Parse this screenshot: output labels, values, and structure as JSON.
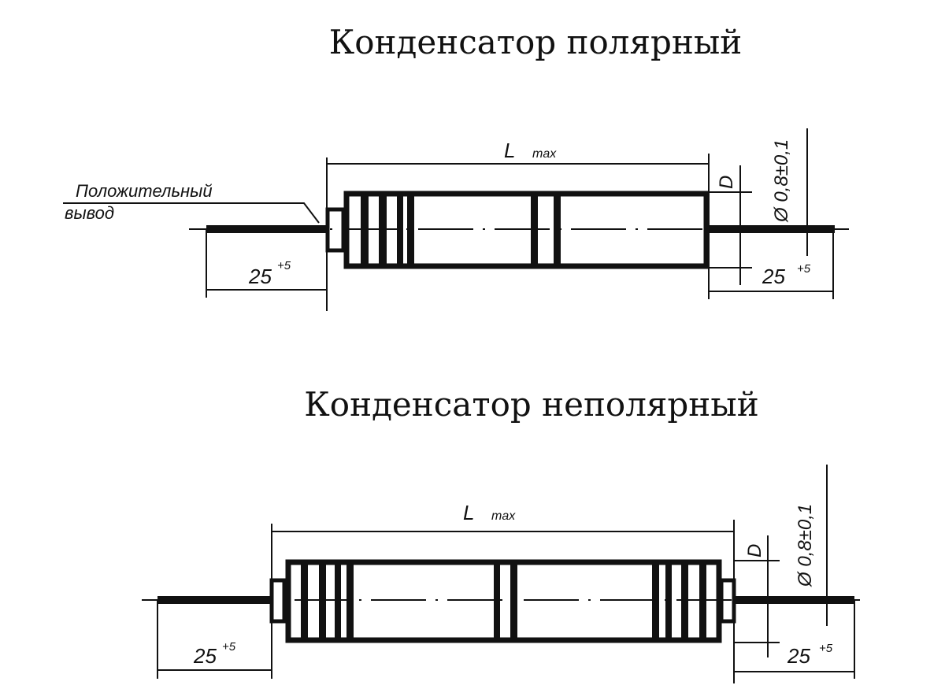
{
  "polar": {
    "title": "Конденсатор полярный",
    "lead_label_line1": "Положительный",
    "lead_label_line2": "вывод",
    "length_label": "L",
    "length_sub": "max",
    "diameter_label": "D",
    "lead_diameter": "Ø 0,8±0,1",
    "lead_length_left": "25",
    "lead_length_left_tol": "+5",
    "lead_length_right": "25",
    "lead_length_right_tol": "+5"
  },
  "nonpolar": {
    "title": "Конденсатор неполярный",
    "length_label": "L",
    "length_sub": "max",
    "diameter_label": "D",
    "lead_diameter": "Ø 0,8±0,1",
    "lead_length_left": "25",
    "lead_length_left_tol": "+5",
    "lead_length_right": "25",
    "lead_length_right_tol": "+5"
  }
}
